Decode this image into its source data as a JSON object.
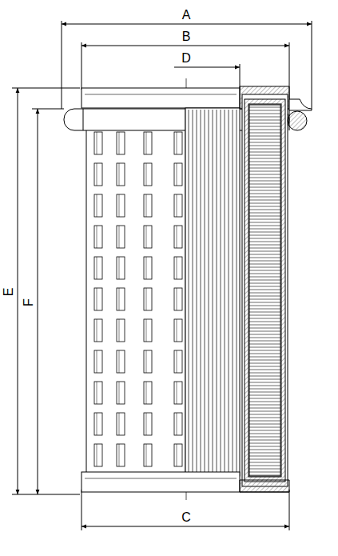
{
  "diagram": {
    "labels": [
      "A",
      "B",
      "D",
      "C",
      "E",
      "F"
    ]
  }
}
